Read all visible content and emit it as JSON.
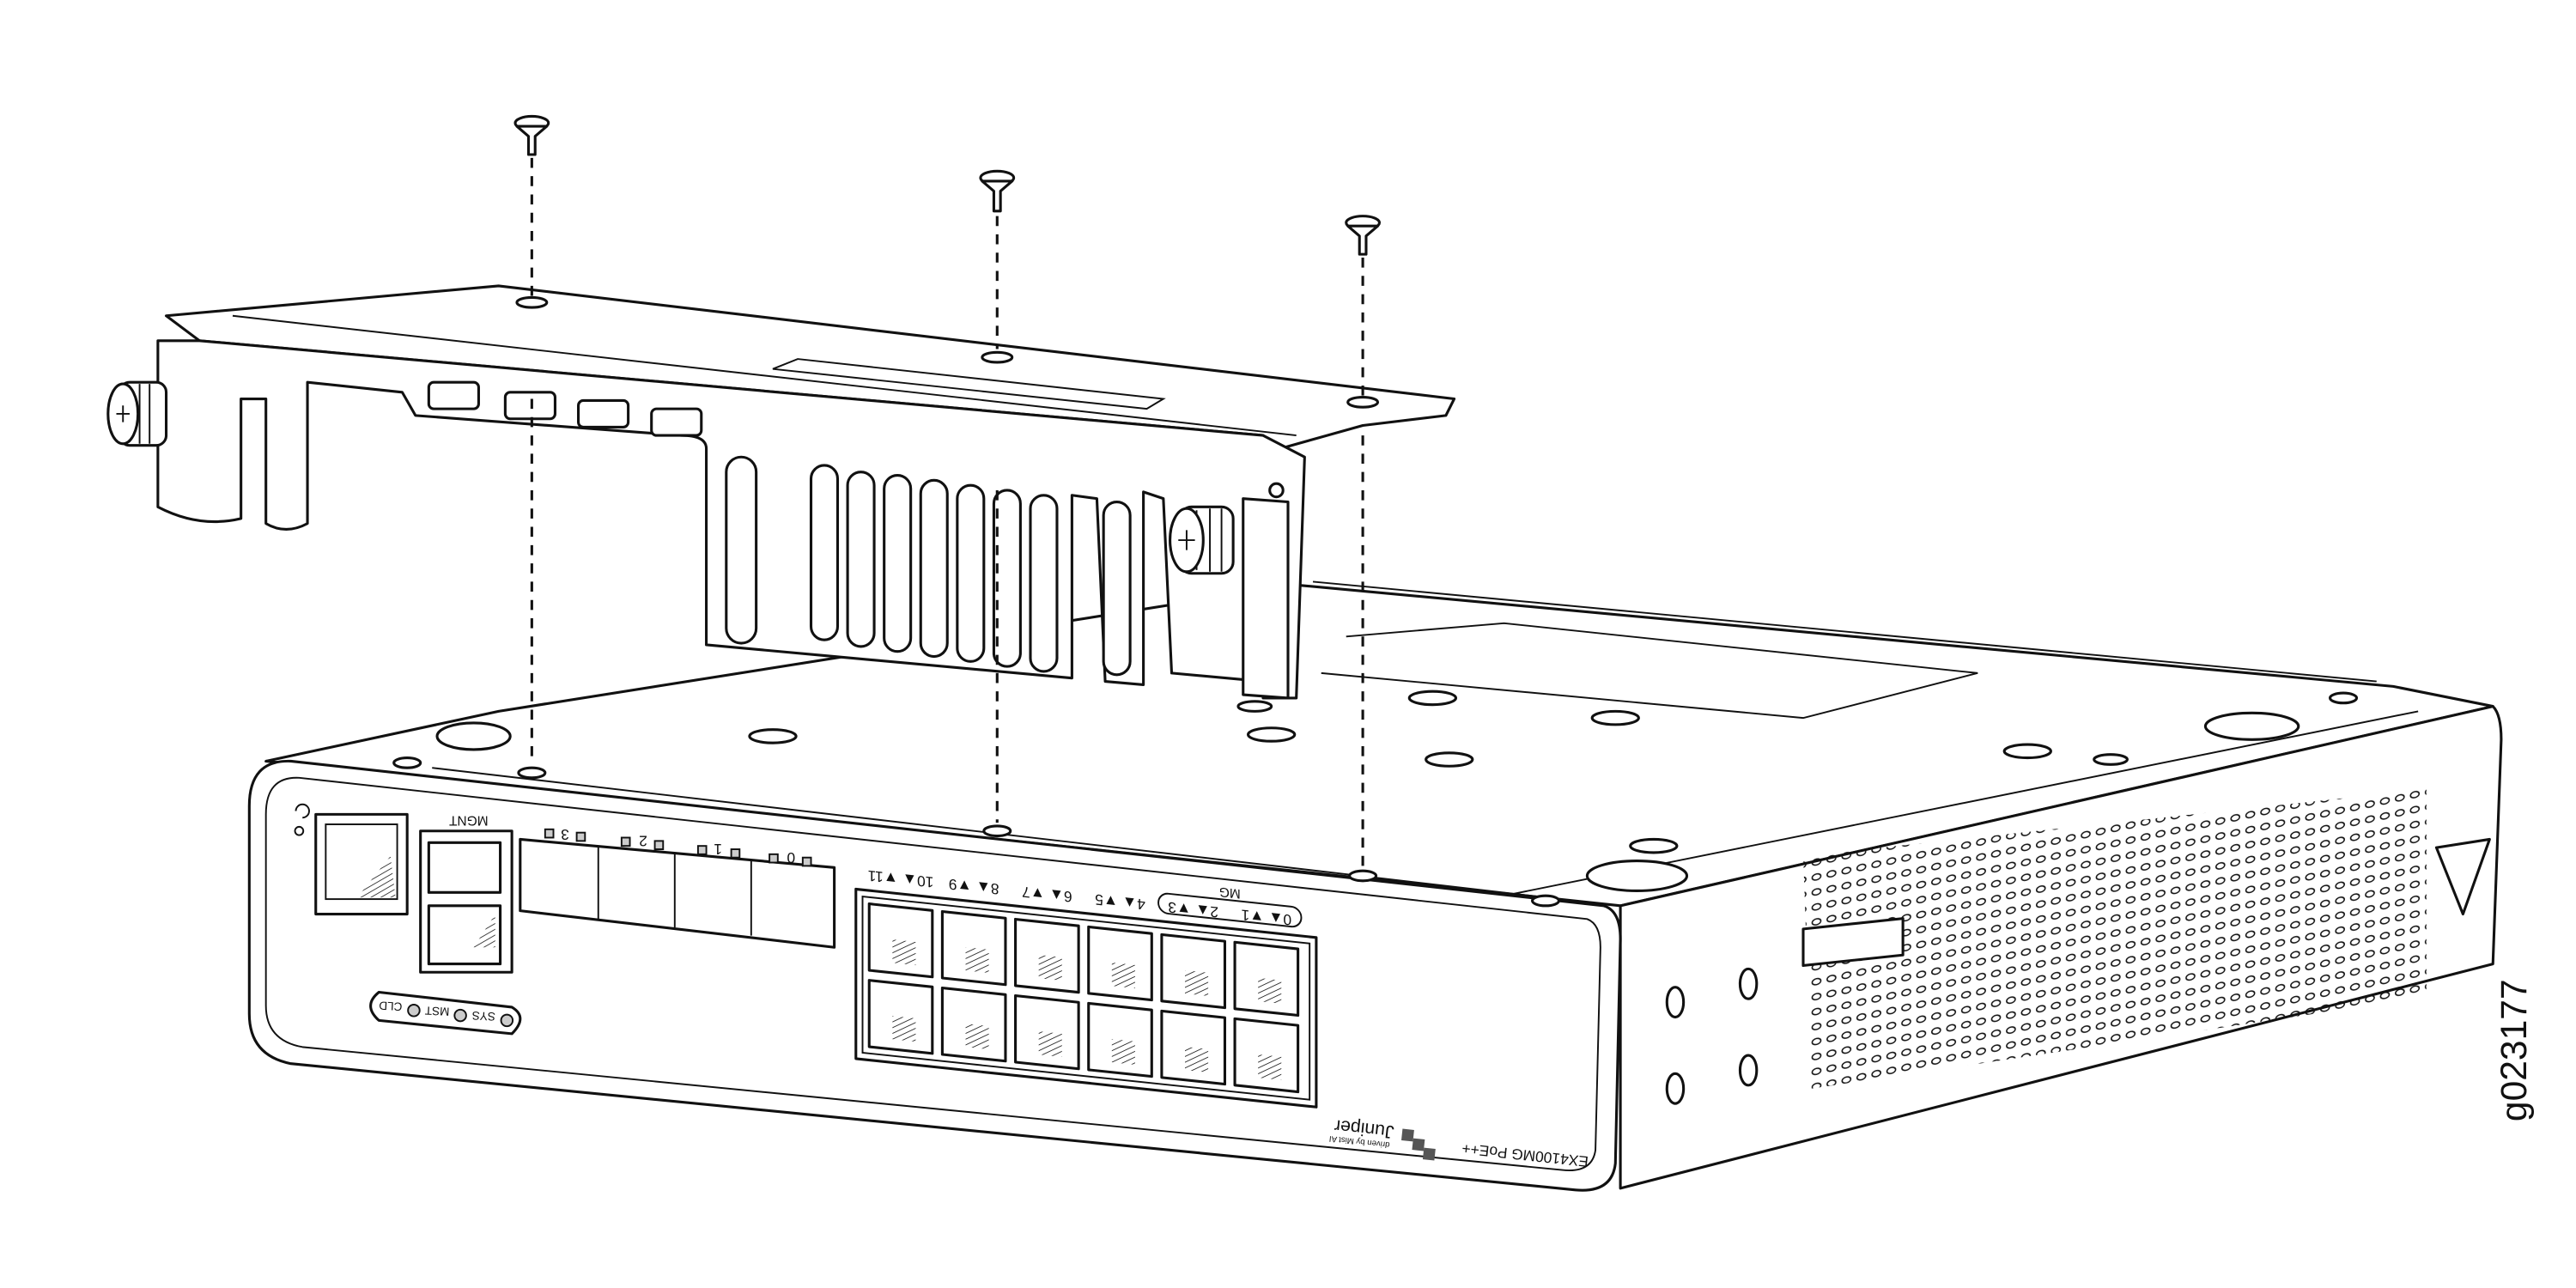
{
  "figure_id": "g023177",
  "device": {
    "model": "EX4100MG PoE++",
    "brand": "Juniper",
    "tagline": "driven by Mist AI",
    "mgmt_label": "MGNT",
    "status_leds": [
      "SYS",
      "MST",
      "CLD"
    ],
    "sfp_ports": [
      "3",
      "2",
      "1",
      "0"
    ],
    "mg_label": "MG",
    "rj45_port_labels": [
      "0▲ ▼1",
      "2▲ ▼3",
      "4▲ ▼5",
      "6▲ ▼7",
      "8▲ ▼9",
      "10▲ ▼11"
    ]
  }
}
